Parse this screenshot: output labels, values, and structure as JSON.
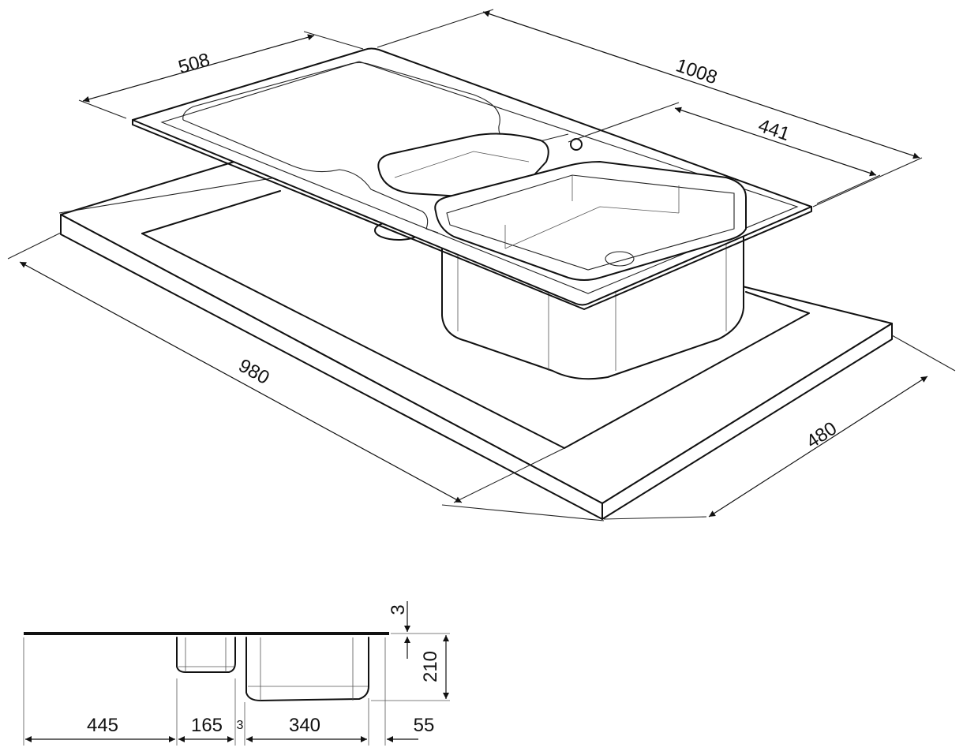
{
  "drawing": {
    "top_view_dimensions": {
      "sink_depth": "508",
      "sink_length": "1008",
      "main_bowl_width": "441",
      "cutout_length": "980",
      "cutout_depth": "480"
    },
    "section_view_dimensions": {
      "drainer": "445",
      "small_bowl": "165",
      "gap": "3",
      "large_bowl": "340",
      "right_edge": "55",
      "rim_thickness": "3",
      "bowl_depth": "210"
    },
    "line_color": "#111111"
  }
}
